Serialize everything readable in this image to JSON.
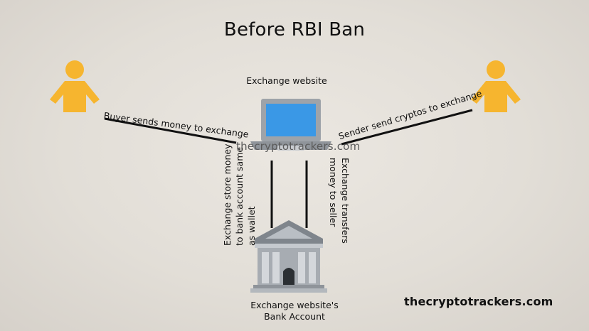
{
  "title": "Before RBI Ban",
  "nodes": {
    "exchange_website": "Exchange website",
    "bank_account_line1": "Exchange website's",
    "bank_account_line2": "Bank Account"
  },
  "edges": {
    "buyer_to_exchange": "Buyer sends money to exchange",
    "sender_to_exchange": "Sender send cryptos to exchange",
    "exchange_to_bank_line1": "Exchange store money",
    "exchange_to_bank_line2": "to bank account same",
    "exchange_to_bank_line3": "as wallet",
    "bank_to_seller_line1": "Exchange transfers",
    "bank_to_seller_line2": "money to seller"
  },
  "watermark": "thecryptotrackers.com",
  "colors": {
    "person": "#f6b52f",
    "laptop_screen": "#3a98e6",
    "laptop_frame": "#9ea3a9",
    "bank_body": "#a7acb2",
    "bank_roof": "#7f858c"
  },
  "icons": {
    "buyer": "person-icon",
    "sender": "person-icon",
    "exchange": "laptop-icon",
    "bank": "bank-building-icon"
  }
}
